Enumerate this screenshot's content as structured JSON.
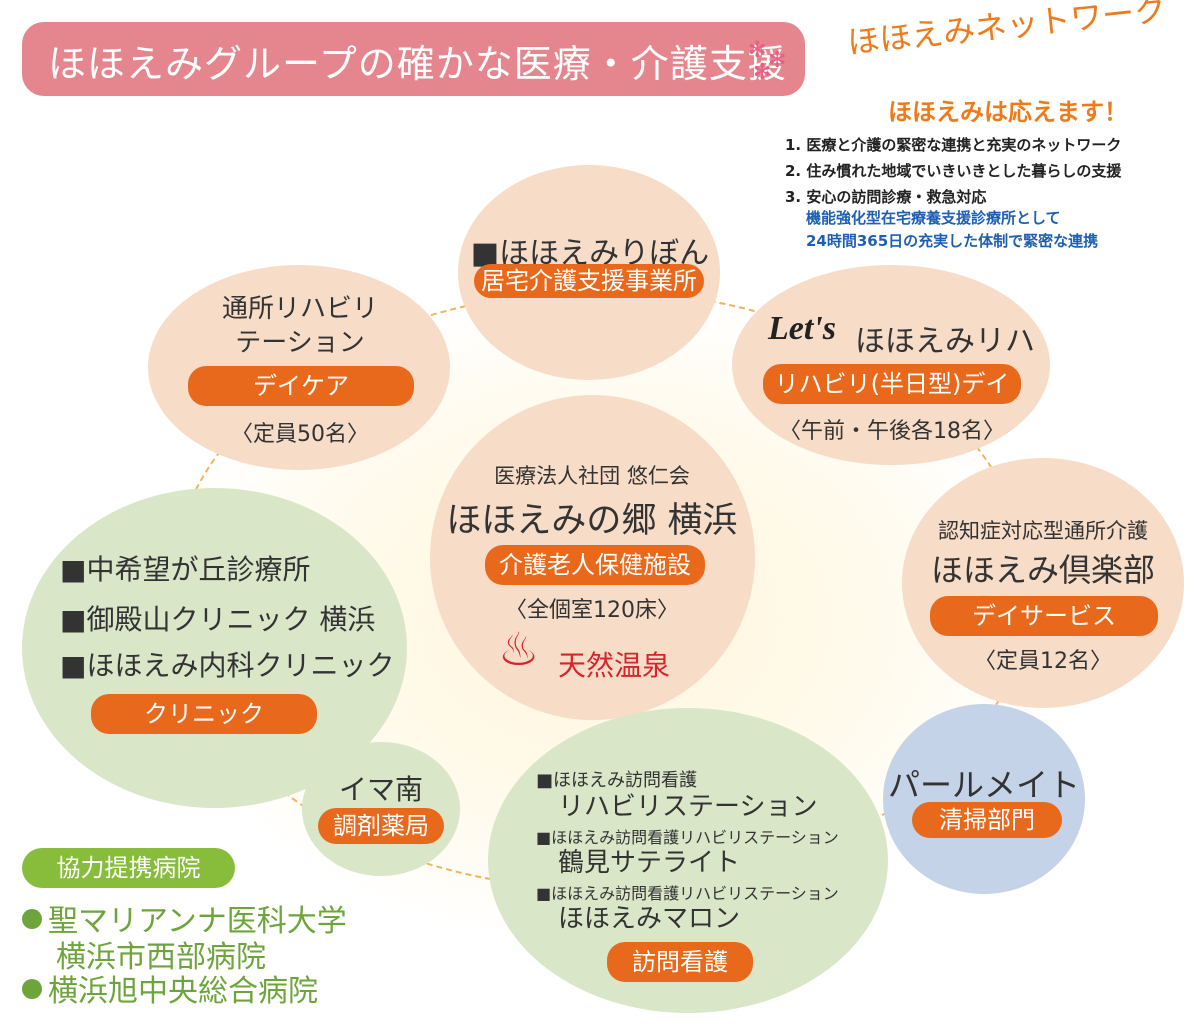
{
  "header": {
    "title": "ほほえみグループの確かな医療・介護支援",
    "network_title": "ほほえみネットワーク",
    "network_sub": "ほほえみは応えます！",
    "policies": [
      "1. 医療と介護の緊密な連携と充実のネットワーク",
      "2. 住み慣れた地域でいきいきとした暮らしの支援",
      "3. 安心の訪問診療・救急対応"
    ],
    "policy_detail": [
      "機能強化型在宅療養支援診療所として",
      "24時間365日の充実した体制で緊密な連携"
    ]
  },
  "center": {
    "corp": "医療法人社団 悠仁会",
    "name": "ほほえみの郷 横浜",
    "badge": "介護老人保健施設",
    "note": "〈全個室120床〉",
    "onsen": "天然温泉"
  },
  "ribbon": {
    "name": "■ほほえみりぼん",
    "badge": "居宅介護支援事業所"
  },
  "daycare": {
    "line1": "通所リハビリ",
    "line2": "テーション",
    "badge": "デイケア",
    "note": "〈定員50名〉"
  },
  "letsreha": {
    "logo": "Let's",
    "name": "ほほえみリハ",
    "badge": "リハビリ(半日型)デイ",
    "note": "〈午前・午後各18名〉"
  },
  "club": {
    "line1": "認知症対応型通所介護",
    "name": "ほほえみ倶楽部",
    "badge": "デイサービス",
    "note": "〈定員12名〉"
  },
  "clinic": {
    "items": [
      "■中希望が丘診療所",
      "■御殿山クリニック 横浜",
      "■ほほえみ内科クリニック"
    ],
    "badge": "クリニック"
  },
  "pharmacy": {
    "name": "イマ南",
    "badge": "調剤薬局"
  },
  "visiting": {
    "entries": [
      {
        "small": "■ほほえみ訪問看護",
        "big": "リハビリステーション"
      },
      {
        "small": "■ほほえみ訪問看護リハビリステーション",
        "big": "鶴見サテライト"
      },
      {
        "small": "■ほほえみ訪問看護リハビリステーション",
        "big": "ほほえみマロン"
      }
    ],
    "badge": "訪問看護"
  },
  "pearl": {
    "name": "パールメイト",
    "badge": "清掃部門"
  },
  "hospitals": {
    "badge": "協力提携病院",
    "items": [
      {
        "line1": "聖マリアンナ医科大学",
        "line2": "横浜市西部病院"
      },
      {
        "line1": "横浜旭中央総合病院"
      }
    ]
  },
  "colors": {
    "accent": "#e8691b",
    "banner": "#e5858e",
    "peach": "#f7dcc8",
    "green": "#d9e6c8",
    "blue": "#c4d3e8"
  }
}
